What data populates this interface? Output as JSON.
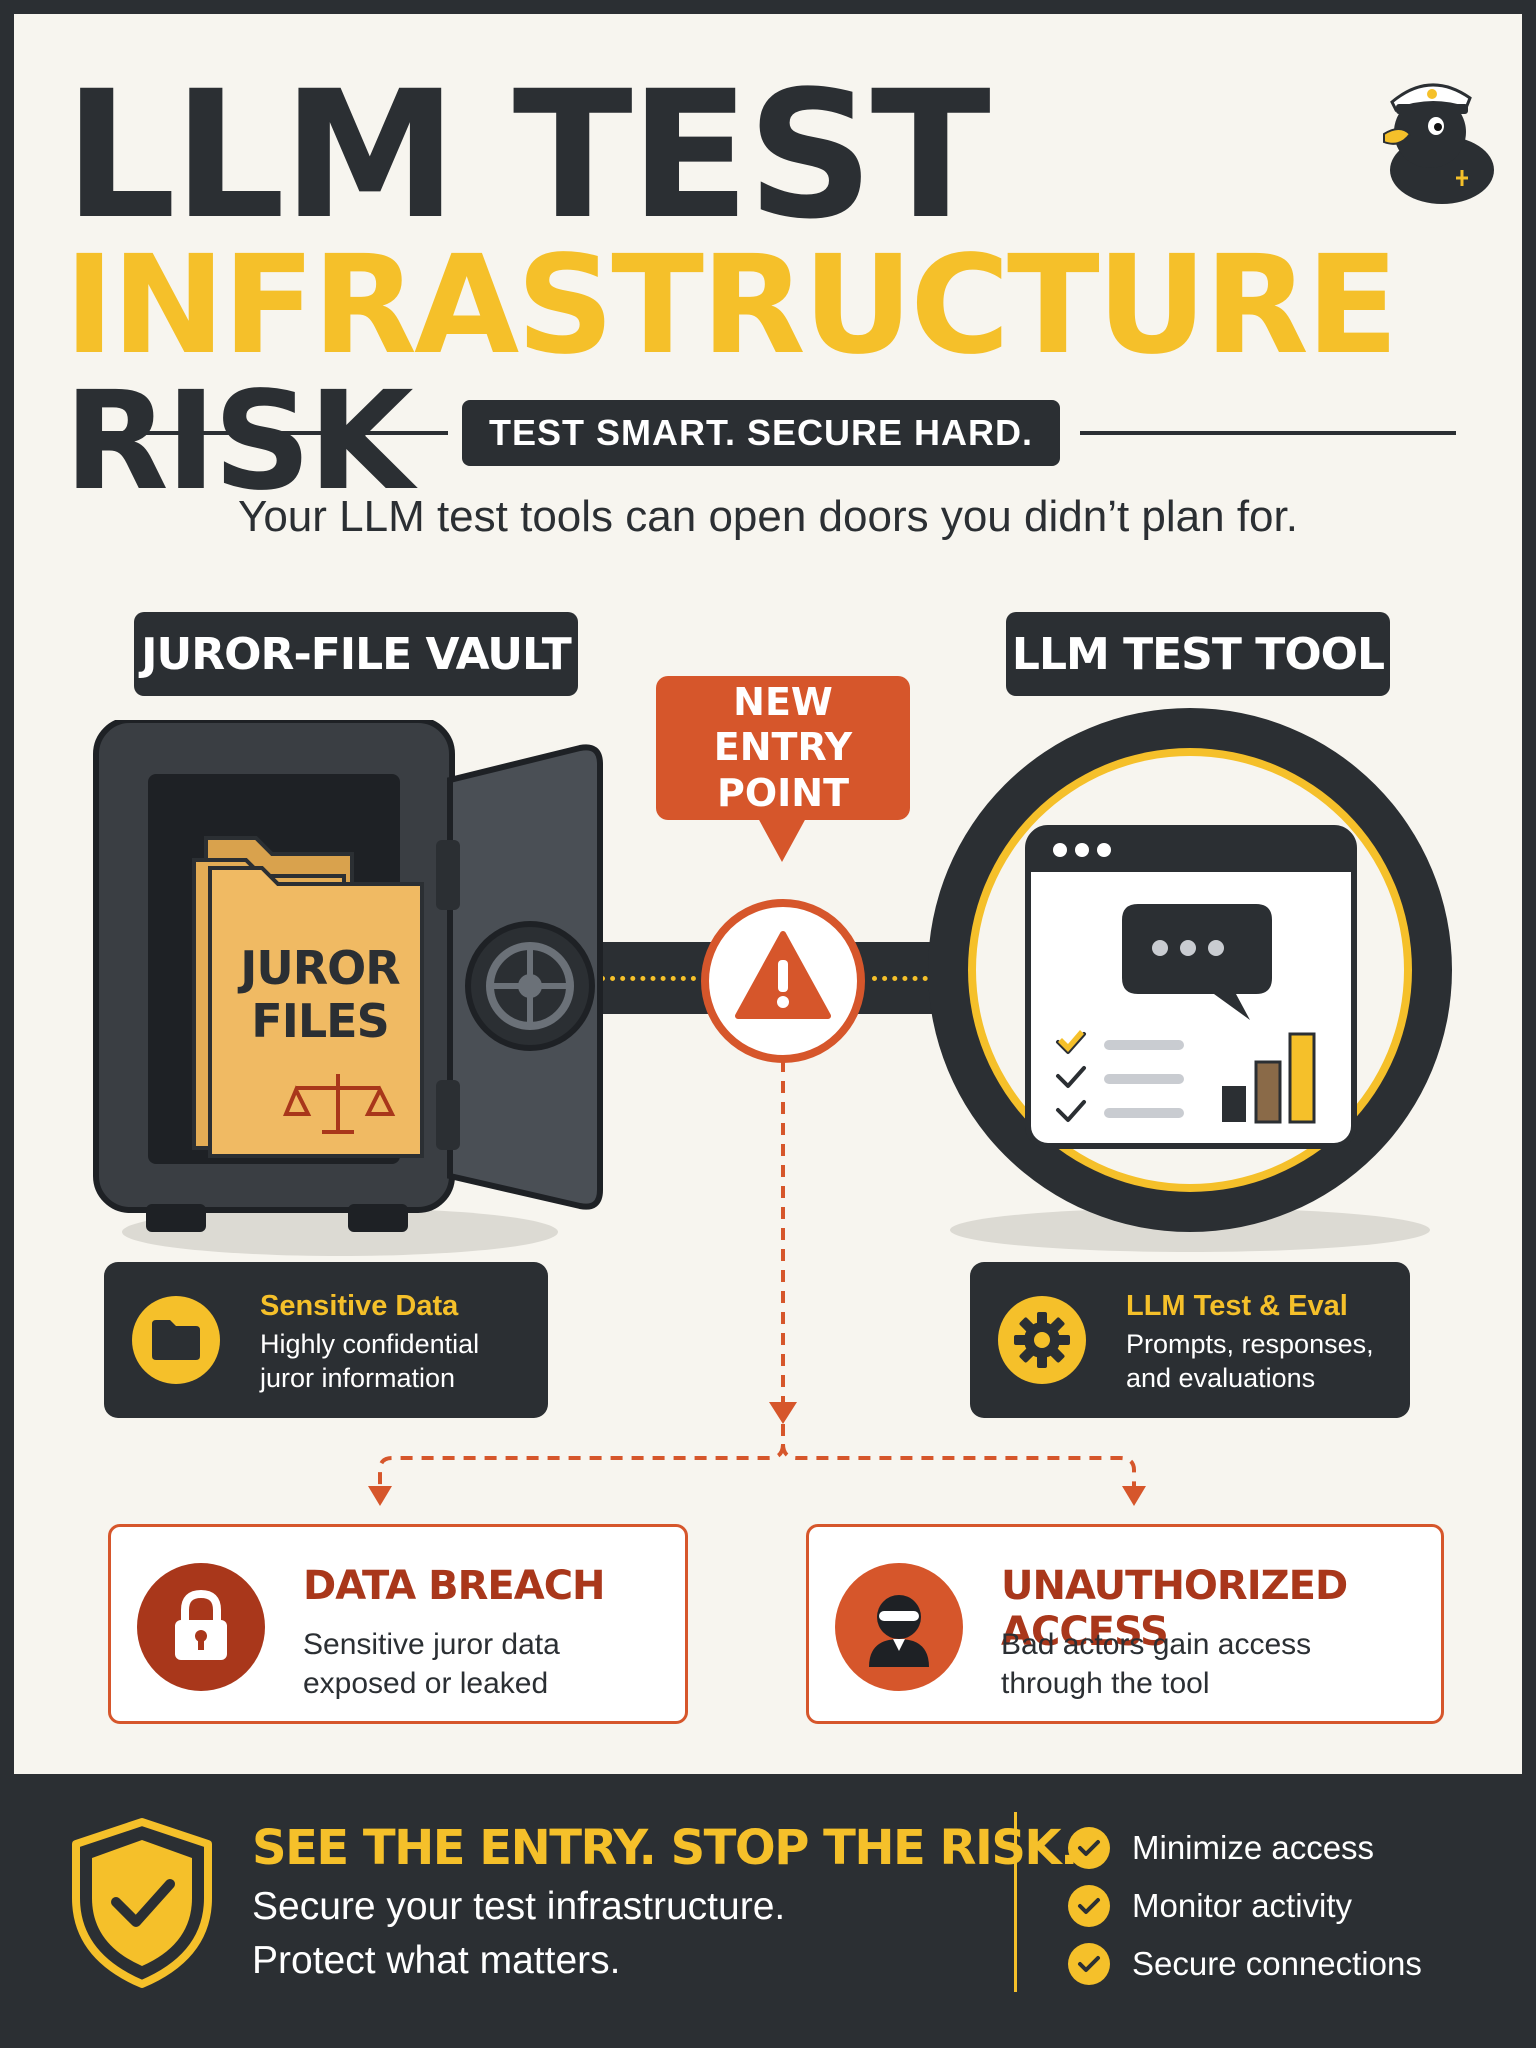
{
  "header": {
    "title_line1": "LLM TEST",
    "title_line2_highlight": "INFRASTRUCTURE",
    "title_line2_rest": "RISK",
    "tagline": "TEST SMART. SECURE HARD.",
    "subtitle": "Your LLM test tools can open doors you didn’t plan for."
  },
  "mascot": {
    "icon": "captain-duck-icon"
  },
  "vault": {
    "label": "JUROR-FILE VAULT",
    "folder_text_line1": "JUROR",
    "folder_text_line2": "FILES",
    "card_heading": "Sensitive Data",
    "card_line1": "Highly confidential",
    "card_line2": "juror information",
    "card_icon": "folder-icon"
  },
  "entry": {
    "line1": "NEW",
    "line2": "ENTRY POINT",
    "icon": "warning-icon"
  },
  "tool": {
    "label": "LLM TEST TOOL",
    "card_heading": "LLM Test & Eval",
    "card_line1": "Prompts, responses,",
    "card_line2": "and evaluations",
    "card_icon": "gear-icon"
  },
  "risks": [
    {
      "heading": "DATA BREACH",
      "line1": "Sensitive juror data",
      "line2": "exposed or leaked",
      "icon": "padlock-icon"
    },
    {
      "heading": "UNAUTHORIZED ACCESS",
      "line1": "Bad actors gain access",
      "line2": "through the tool",
      "icon": "hacker-icon"
    }
  ],
  "footer": {
    "heading": "SEE THE ENTRY. STOP THE RISK.",
    "line1": "Secure your test infrastructure.",
    "line2": "Protect what matters.",
    "checklist": [
      "Minimize access",
      "Monitor activity",
      "Secure connections"
    ],
    "icon": "shield-check-icon"
  },
  "colors": {
    "dark": "#2b2f33",
    "yellow": "#f5c02a",
    "orange": "#d6562b",
    "maroon": "#a9371b",
    "paper": "#f7f5ef"
  }
}
